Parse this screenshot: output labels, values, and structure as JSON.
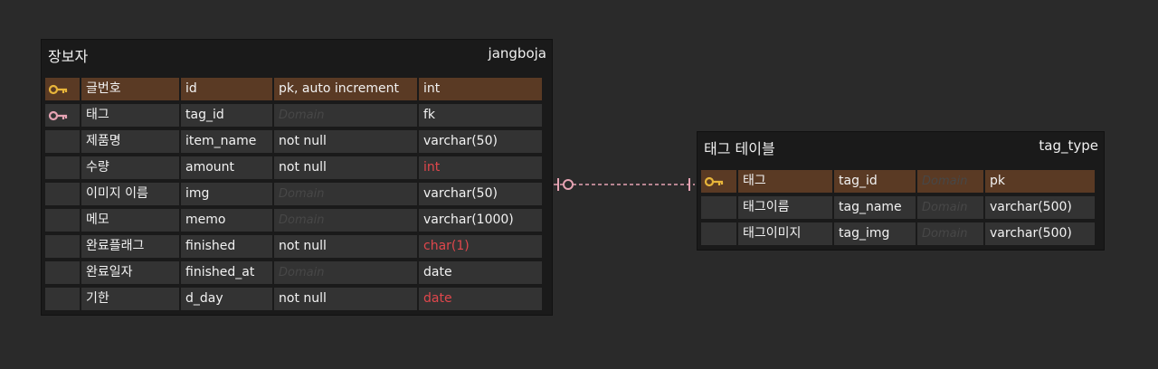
{
  "entities": {
    "jangboja": {
      "logical_name": "장보자",
      "physical_name": "jangboja",
      "columns": [
        {
          "key": "pk",
          "logical": "글번호",
          "physical": "id",
          "constraint": "pk, auto increment",
          "constraint_placeholder": false,
          "type": "int",
          "type_warn": false
        },
        {
          "key": "fk",
          "logical": "태그",
          "physical": "tag_id",
          "constraint": "Domain",
          "constraint_placeholder": true,
          "type": "fk",
          "type_warn": false
        },
        {
          "key": "",
          "logical": "제품명",
          "physical": "item_name",
          "constraint": "not null",
          "constraint_placeholder": false,
          "type": "varchar(50)",
          "type_warn": false
        },
        {
          "key": "",
          "logical": "수량",
          "physical": "amount",
          "constraint": "not null",
          "constraint_placeholder": false,
          "type": "int",
          "type_warn": true
        },
        {
          "key": "",
          "logical": "이미지 이름",
          "physical": "img",
          "constraint": "Domain",
          "constraint_placeholder": true,
          "type": "varchar(50)",
          "type_warn": false
        },
        {
          "key": "",
          "logical": "메모",
          "physical": "memo",
          "constraint": "Domain",
          "constraint_placeholder": true,
          "type": "varchar(1000)",
          "type_warn": false
        },
        {
          "key": "",
          "logical": "완료플래그",
          "physical": "finished",
          "constraint": "not null",
          "constraint_placeholder": false,
          "type": "char(1)",
          "type_warn": true
        },
        {
          "key": "",
          "logical": "완료일자",
          "physical": "finished_at",
          "constraint": "Domain",
          "constraint_placeholder": true,
          "type": "date",
          "type_warn": false
        },
        {
          "key": "",
          "logical": "기한",
          "physical": "d_day",
          "constraint": "not null",
          "constraint_placeholder": false,
          "type": "date",
          "type_warn": true
        }
      ]
    },
    "tag_type": {
      "logical_name": "태그 테이블",
      "physical_name": "tag_type",
      "columns": [
        {
          "key": "pk",
          "logical": "태그",
          "physical": "tag_id",
          "constraint": "Domain",
          "constraint_placeholder": true,
          "type": "pk",
          "type_warn": false
        },
        {
          "key": "",
          "logical": "태그이름",
          "physical": "tag_name",
          "constraint": "Domain",
          "constraint_placeholder": true,
          "type": "varchar(500)",
          "type_warn": false
        },
        {
          "key": "",
          "logical": "태그이미지",
          "physical": "tag_img",
          "constraint": "Domain",
          "constraint_placeholder": true,
          "type": "varchar(500)",
          "type_warn": false
        }
      ]
    }
  },
  "relationship": {
    "from_cardinality": "zero-or-one",
    "to_cardinality": "exactly-one"
  },
  "colors": {
    "background": "#2a2a2a",
    "entity_bg": "#1a1a1a",
    "cell_bg": "#333333",
    "pk_row_bg": "#5a3a24",
    "pk_key": "#e8b53a",
    "fk_key": "#e6a3b3",
    "relation_line": "#e6a3b3",
    "warn_text": "#e0474c",
    "placeholder_text": "#474747"
  }
}
